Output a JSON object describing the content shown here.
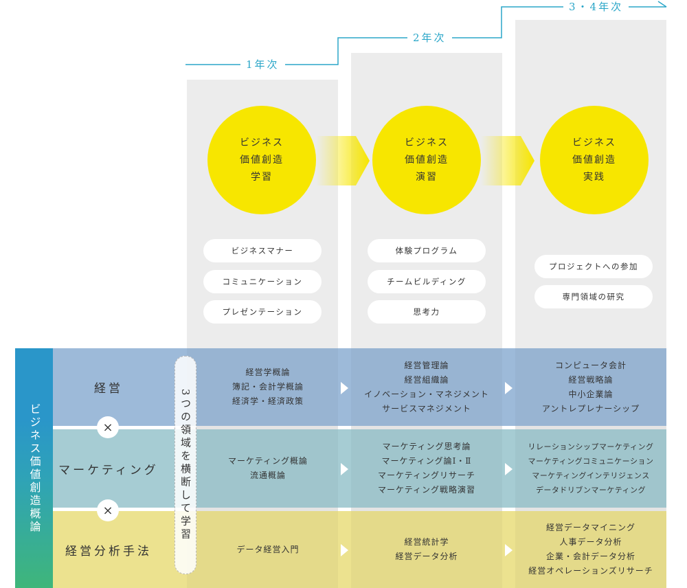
{
  "years": {
    "year1": "1年次",
    "year2": "2年次",
    "year34": "3・4年次"
  },
  "stages": [
    {
      "lines": [
        "ビジネス",
        "価値創造",
        "学習"
      ]
    },
    {
      "lines": [
        "ビジネス",
        "価値創造",
        "演習"
      ]
    },
    {
      "lines": [
        "ビジネス",
        "価値創造",
        "実践"
      ]
    }
  ],
  "skills": {
    "year1": [
      "ビジネスマナー",
      "コミュニケーション",
      "プレゼンテーション"
    ],
    "year2": [
      "体験プログラム",
      "チームビルディング",
      "思考力"
    ],
    "year34": [
      "プロジェクトへの参加",
      "専門領域の研究"
    ]
  },
  "side_label": "ビジネス価値創造概論",
  "cross_label": "3つの領域を横断して学習",
  "cross_mark": "×",
  "domains": [
    {
      "title": "経営",
      "year1": [
        "経営学概論",
        "簿記・会計学概論",
        "経済学・経済政策"
      ],
      "year2": [
        "経営管理論",
        "経営組織論",
        "イノベーション・マネジメント",
        "サービスマネジメント"
      ],
      "year34": [
        "コンピュータ会計",
        "経営戦略論",
        "中小企業論",
        "アントレプレナーシップ"
      ]
    },
    {
      "title": "マーケティング",
      "year1": [
        "マーケティング概論",
        "流通概論"
      ],
      "year2": [
        "マーケティング思考論",
        "マーケティング論Ⅰ・Ⅱ",
        "マーケティングリサーチ",
        "マーケティング戦略演習"
      ],
      "year34": [
        "リレーションシップマーケティング",
        "マーケティングコミュニケーション",
        "マーケティングインテリジェンス",
        "データドリブンマーケティング"
      ]
    },
    {
      "title": "経営分析手法",
      "year1": [
        "データ経営入門"
      ],
      "year2": [
        "経営統計学",
        "経営データ分析"
      ],
      "year34": [
        "経営データマイニング",
        "人事データ分析",
        "企業・会計データ分析",
        "経営オペレーションズリサーチ"
      ]
    }
  ],
  "colors": {
    "accent_line": "#2aa6c8",
    "circle": "#f7e600",
    "column_bg": "#ececec",
    "band_management": "#9dbad9",
    "band_marketing": "#a6ccd3",
    "band_analysis": "#ece28f",
    "side_gradient_top": "#2a96c9",
    "side_gradient_bottom": "#3fb67a"
  }
}
